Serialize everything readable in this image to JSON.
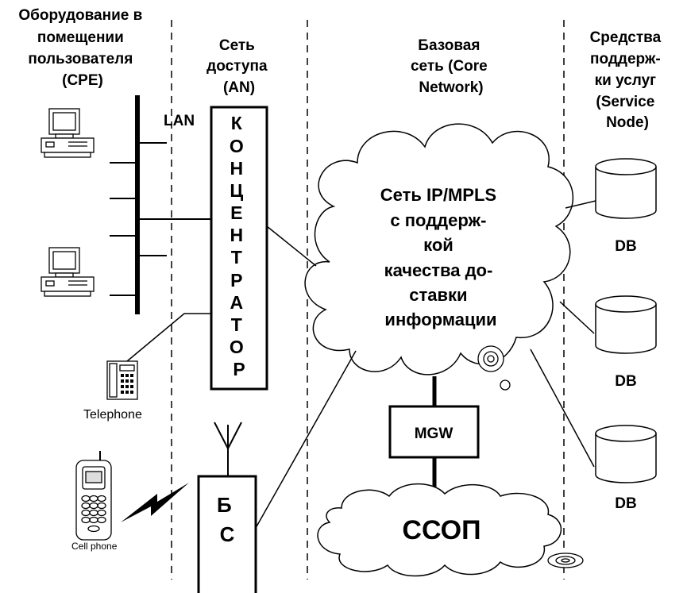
{
  "zones": {
    "cpe": [
      "Оборудование в",
      "помещении",
      "пользователя",
      "(CPE)"
    ],
    "an": [
      "Сеть",
      "доступа",
      "(AN)"
    ],
    "core": [
      "Базовая",
      "сеть (Core",
      "Network)"
    ],
    "service": [
      "Средства",
      "поддерж-",
      "ки услуг",
      "(Service",
      "Node)"
    ]
  },
  "lan_label": "LAN",
  "concentrator_letters": [
    "К",
    "О",
    "Н",
    "Ц",
    "Е",
    "Н",
    "Т",
    "Р",
    "А",
    "Т",
    "О",
    "Р"
  ],
  "core_cloud_text": [
    "Сеть IP/MPLS",
    "с поддерж-",
    "кой",
    "качества до-",
    "ставки",
    "информации"
  ],
  "mgw_label": "MGW",
  "pstn_label": "ССОП",
  "bs_letters": [
    "Б",
    "С"
  ],
  "telephone_label": "Telephone",
  "cellphone_label": "Cell phone",
  "db_labels": [
    "DB",
    "DB",
    "DB"
  ]
}
